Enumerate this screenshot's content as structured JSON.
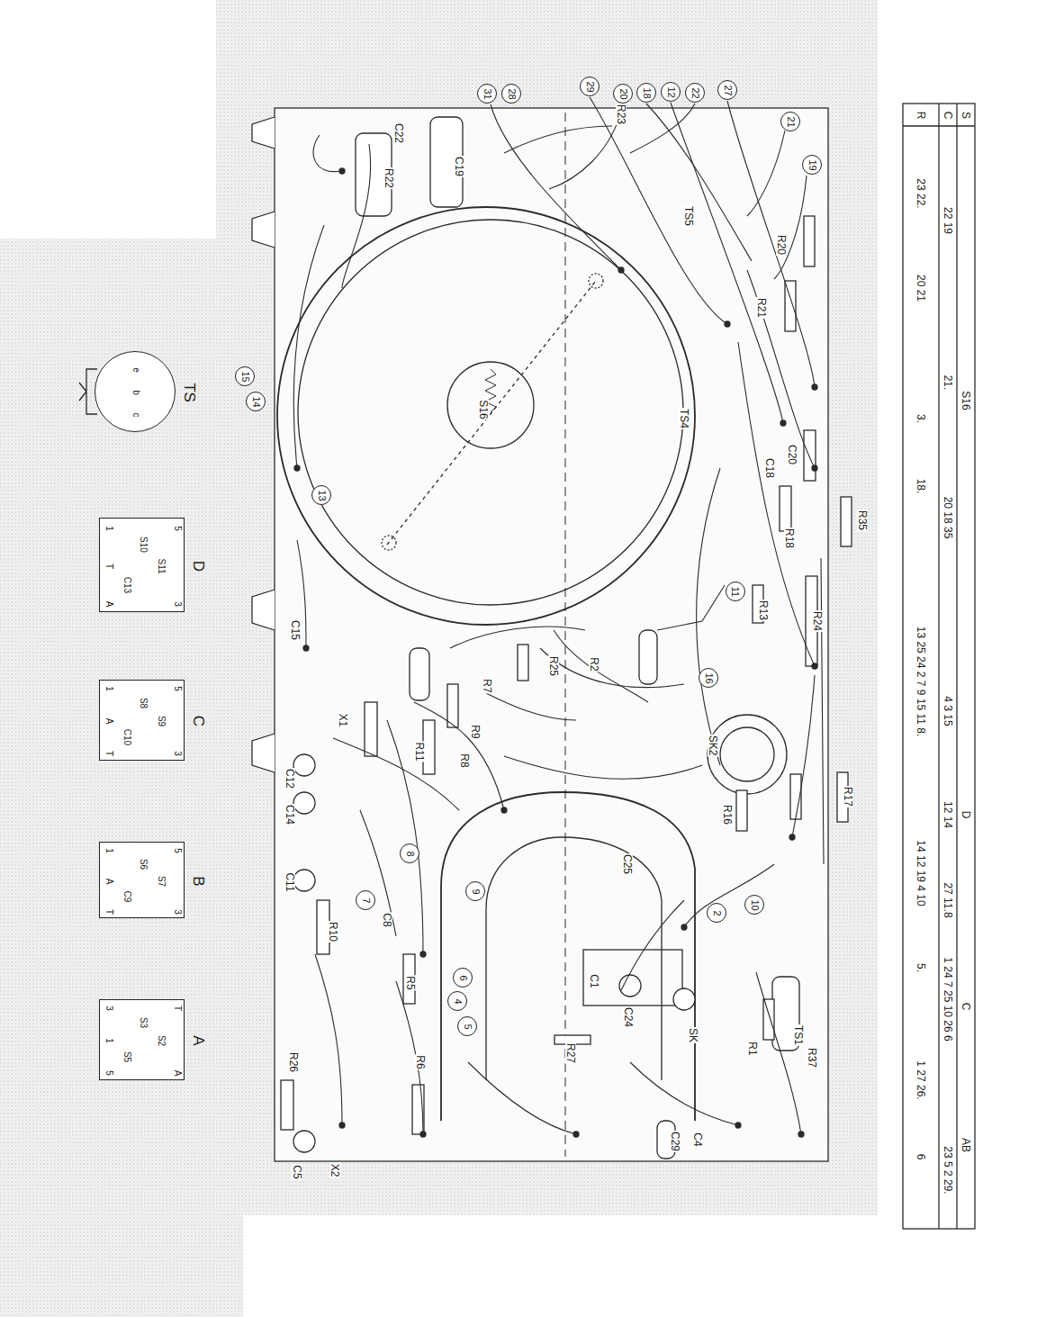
{
  "diagram": {
    "nodes": [
      {
        "text": [
          "31"
        ]
      },
      {
        "text": [
          "28"
        ]
      },
      {
        "text": [
          "29"
        ]
      },
      {
        "text": [
          "20"
        ]
      },
      {
        "text": [
          "18"
        ]
      },
      {
        "text": [
          "12"
        ]
      },
      {
        "text": [
          "22"
        ]
      },
      {
        "text": [
          "27"
        ]
      },
      {
        "text": [
          "21"
        ]
      },
      {
        "text": [
          "19"
        ]
      },
      {
        "text": [
          "15"
        ]
      },
      {
        "text": [
          "14"
        ]
      },
      {
        "text": [
          "13"
        ]
      },
      {
        "text": [
          "11"
        ]
      },
      {
        "text": [
          "16"
        ]
      },
      {
        "text": [
          "8"
        ]
      },
      {
        "text": [
          "9"
        ]
      },
      {
        "text": [
          "7"
        ]
      },
      {
        "text": [
          "10"
        ]
      },
      {
        "text": [
          "2"
        ]
      },
      {
        "text": [
          "6"
        ]
      },
      {
        "text": [
          "4"
        ]
      },
      {
        "text": [
          "5"
        ]
      },
      {
        "text": [
          "TS",
          "e",
          "b",
          "c"
        ]
      },
      {
        "text": [
          "D",
          "5",
          "3",
          "1",
          "T",
          "A",
          "S11",
          "S10",
          "C13"
        ]
      },
      {
        "text": [
          "C",
          "5",
          "3",
          "1",
          "A",
          "T",
          "S9",
          "S8",
          "C10"
        ]
      },
      {
        "text": [
          "B",
          "5",
          "3",
          "1",
          "A",
          "T",
          "S7",
          "S6",
          "C9"
        ]
      },
      {
        "text": [
          "A",
          "T",
          "A",
          "3",
          "1",
          "5",
          "S2",
          "S3",
          "S5"
        ]
      }
    ],
    "labels": [
      "R23",
      "C22",
      "R22",
      "C19",
      "TS5",
      "R20",
      "R21",
      "S16",
      "TS4",
      "C18",
      "C20",
      "R35",
      "R18",
      "R13",
      "R24",
      "C15",
      "R25",
      "R2",
      "R7",
      "SK2",
      "R17",
      "R16",
      "R9",
      "R8",
      "R11",
      "X1",
      "C12",
      "C14",
      "C11",
      "C25",
      "C8",
      "R10",
      "R5",
      "C1",
      "C24",
      "R27",
      "SK",
      "TS1",
      "R1",
      "R37",
      "R26",
      "R6",
      "X2",
      "C5",
      "C29",
      "C4",
      "S",
      "C",
      "R",
      "S16",
      "D",
      "C",
      "AB",
      "22 19",
      "21.",
      "20 18 35",
      "4 3 15",
      "12 14",
      "27 11.8",
      "1 24 7 25 10 26 6",
      "23 5 2 29.",
      "23 22.",
      "20 21",
      "3.",
      "18.",
      "13 25 24 2 7 9 15 11 8.",
      "14 12 19 4 10",
      "5.",
      "1 27 26.",
      "6"
    ]
  }
}
